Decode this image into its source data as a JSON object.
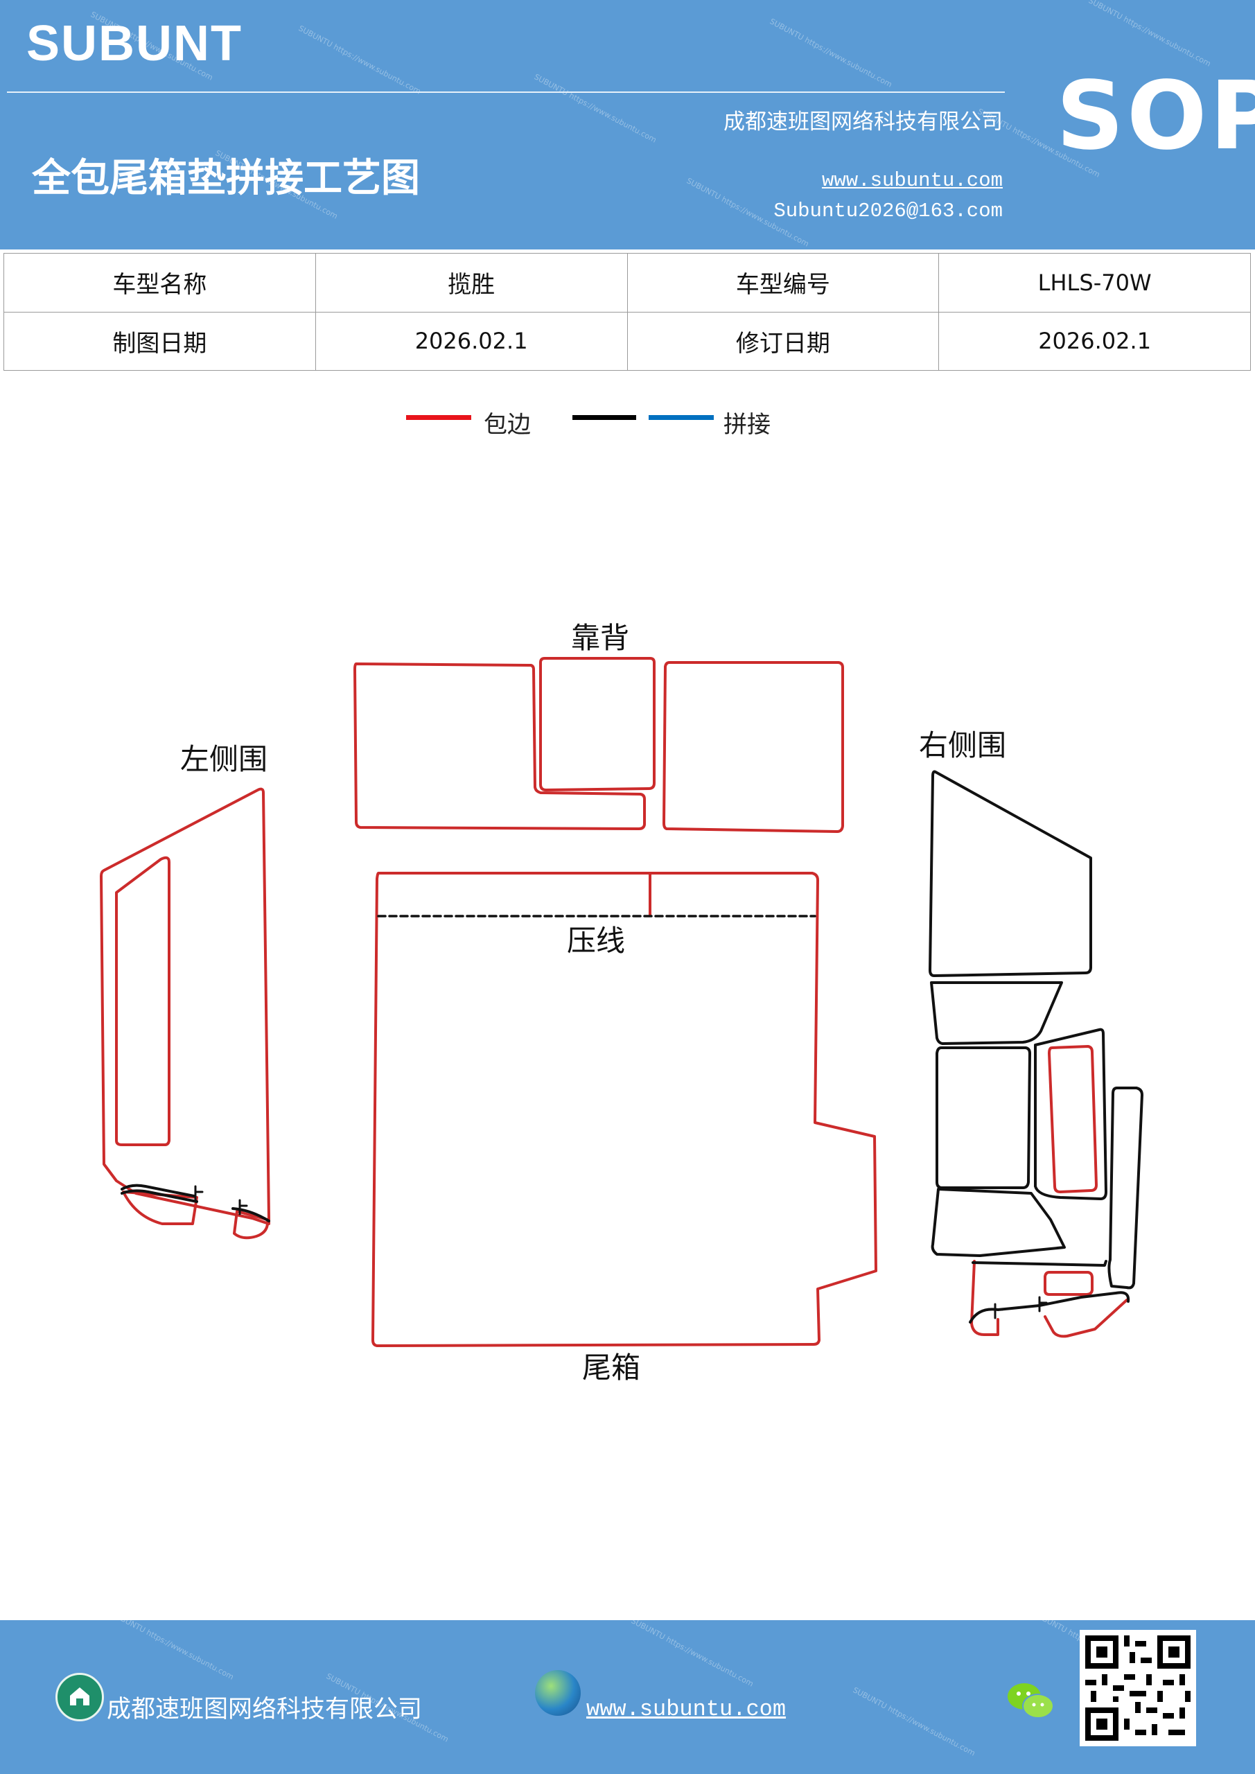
{
  "header": {
    "brand": "SUBUNT",
    "title": "全包尾箱垫拼接工艺图",
    "company": "成都速班图网络科技有限公司",
    "website": "www.subuntu.com",
    "email": "Subuntu2026@163.com",
    "badge": "SOP",
    "background_color": "#5b9bd5"
  },
  "info_table": {
    "rows": [
      [
        {
          "text": "车型名称"
        },
        {
          "text": "揽胜"
        },
        {
          "text": "车型编号"
        },
        {
          "text": "LHLS-70W"
        }
      ],
      [
        {
          "text": "制图日期"
        },
        {
          "text": "2026.02.1"
        },
        {
          "text": "修订日期"
        },
        {
          "text": "2026.02.1"
        }
      ]
    ]
  },
  "legend": {
    "items": [
      {
        "color": "#e8141b",
        "label": "包边"
      },
      {
        "color": "#000000",
        "label": ""
      },
      {
        "color": "#0070c0",
        "label": "拼接"
      }
    ]
  },
  "diagram": {
    "labels": {
      "backrest": "靠背",
      "left_side": "左侧围",
      "right_side": "右侧围",
      "press_line": "压线",
      "trunk": "尾箱"
    },
    "colors": {
      "edge": "#cc2b2b",
      "seam": "#111111"
    }
  },
  "footer": {
    "company": "成都速班图网络科技有限公司",
    "website": "www.subuntu.com",
    "icons": [
      "building-icon",
      "globe-icon",
      "wechat-icon",
      "qr-code"
    ]
  }
}
